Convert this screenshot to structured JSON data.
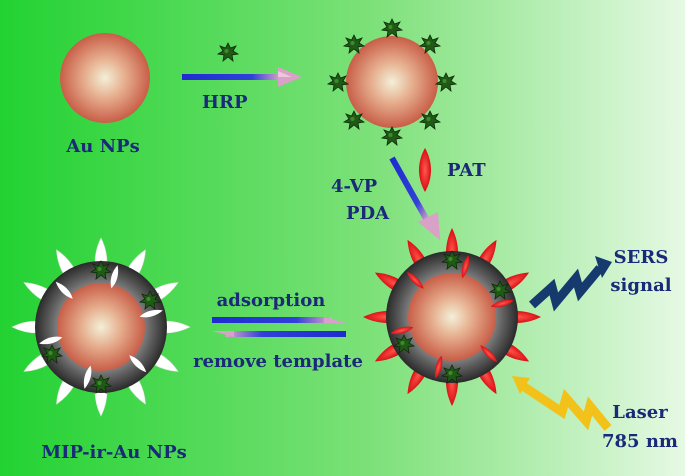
{
  "labels": {
    "au_nps": "Au NPs",
    "hrp": "HRP",
    "pat": "PAT",
    "vp": "4-VP",
    "pda": "PDA",
    "sers_line1": "SERS",
    "sers_line2": "signal",
    "adsorption": "adsorption",
    "remove_template": "remove template",
    "mip": "MIP-ir-Au NPs",
    "laser_line1": "Laser",
    "laser_line2": "785 nm"
  },
  "colors": {
    "background_left": "#22d232",
    "background_right": "#e6f9e4",
    "text": "#1a2a78",
    "arrow": "#1f2bd0",
    "arrow_tip": "#d9a0c8",
    "core": "#d37c60",
    "shell": "#3a3a3a",
    "pat_petal": "#e8101a",
    "template_petal": "#ffffff",
    "hrp_protein": "#1f5a16",
    "sers_signal": "#163a6e",
    "laser": "#f2c21a"
  },
  "icons": [
    "hrp-protein-icon",
    "pat-template-icon",
    "sers-signal-zigzag-icon",
    "laser-zigzag-icon"
  ]
}
